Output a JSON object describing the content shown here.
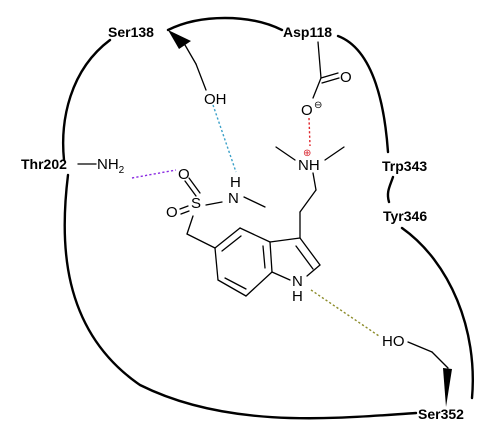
{
  "residues": {
    "ser138": "Ser138",
    "asp118": "Asp118",
    "thr202": "Thr202",
    "trp343": "Trp343",
    "tyr346": "Tyr346",
    "ser352": "Ser352"
  },
  "atoms": {
    "oh_top": "OH",
    "o_carboxyl_double": "O",
    "o_carboxyl_anion": "O",
    "anion_charge": "⊖",
    "cation_charge": "⊕",
    "nh_ammonium": "NH",
    "nh2_prefix": "NH",
    "nh2_subscript": "2",
    "o_sulfonyl_upper": "O",
    "o_sulfonyl_lower": "O",
    "s_sulfonyl": "S",
    "n_sulfonamide": "N",
    "h_sulfonamide": "H",
    "n_indole": "N",
    "h_indole": "H",
    "ho_bottom": "HO"
  },
  "colors": {
    "bond": "#000000",
    "hbond_blue": "#3aa0c8",
    "hbond_red": "#e0242a",
    "hbond_purple": "#8a2be2",
    "hbond_olive": "#8c8c2a",
    "sulfonyl_purple": "#7b1fa2",
    "amine_blue": "#1f7ab8",
    "ammonium_red": "#d8202a",
    "indole_olive": "#6e7a1a"
  }
}
